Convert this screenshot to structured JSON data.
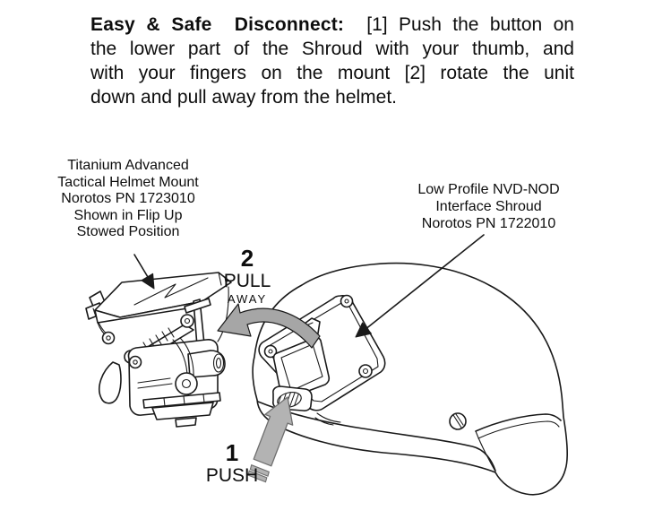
{
  "page": {
    "background": "#ffffff"
  },
  "colors": {
    "ink": "#1a1a1a",
    "pull_arrow_gray": "#a6a6a6",
    "push_arrow_gray": "#b3b3b3"
  },
  "instructions": {
    "heading": "Easy & Safe  Disconnect:  ",
    "lines": [
      "[1] Push the button on",
      "the lower part of the Shroud with your thumb, and",
      "with your fingers on the mount [2] rotate the unit",
      "down and pull away from the helmet."
    ]
  },
  "labels": {
    "mount": {
      "lines": [
        "Titanium Advanced",
        "Tactical Helmet Mount",
        "Norotos PN 1723010",
        "Shown in Flip Up",
        "Stowed Position"
      ]
    },
    "shroud": {
      "lines": [
        "Low Profile NVD-NOD",
        "Interface Shroud",
        "Norotos PN 1722010"
      ]
    }
  },
  "callouts": {
    "step2": {
      "number": "2",
      "action": "PULL",
      "qualifier": "AWAY"
    },
    "step1": {
      "number": "1",
      "action": "PUSH"
    }
  },
  "figure": {
    "icons": [
      "mount-leader-arrow-icon",
      "shroud-leader-arrow-icon",
      "pull-away-curved-arrow-icon",
      "push-arrow-icon"
    ],
    "parts": [
      "helmet-mount-illustration",
      "helmet-illustration",
      "shroud-plate",
      "release-button"
    ]
  }
}
